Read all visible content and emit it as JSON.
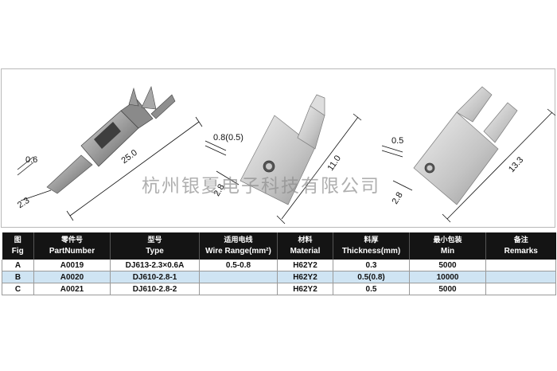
{
  "figure": {
    "watermark": "杭州银夏电子科技有限公司",
    "part_a": {
      "dim_width": "0.6",
      "dim_base": "2.3",
      "dim_length": "25.0"
    },
    "part_b": {
      "dim_thickness": "0.8(0.5)",
      "dim_base": "2.8",
      "dim_length": "11.0"
    },
    "part_c": {
      "dim_thickness": "0.5",
      "dim_base": "2.8",
      "dim_length": "13.3"
    }
  },
  "table": {
    "headers": [
      {
        "zh": "图",
        "en": "Fig"
      },
      {
        "zh": "零件号",
        "en": "PartNumber"
      },
      {
        "zh": "型号",
        "en": "Type"
      },
      {
        "zh": "适用电线",
        "en": "Wire Range(mm²)"
      },
      {
        "zh": "材料",
        "en": "Material"
      },
      {
        "zh": "料厚",
        "en": "Thickness(mm)"
      },
      {
        "zh": "最小包装",
        "en": "Min"
      },
      {
        "zh": "备注",
        "en": "Remarks"
      }
    ],
    "rows": [
      [
        "A",
        "A0019",
        "DJ613-2.3×0.6A",
        "0.5-0.8",
        "H62Y2",
        "0.3",
        "5000",
        ""
      ],
      [
        "B",
        "A0020",
        "DJ610-2.8-1",
        "",
        "H62Y2",
        "0.5(0.8)",
        "10000",
        ""
      ],
      [
        "C",
        "A0021",
        "DJ610-2.8-2",
        "",
        "H62Y2",
        "0.5",
        "5000",
        ""
      ]
    ]
  },
  "colors": {
    "header_bg": "#141414",
    "highlight_row": "#cfe4f3",
    "metal": "#b8b8b8"
  }
}
